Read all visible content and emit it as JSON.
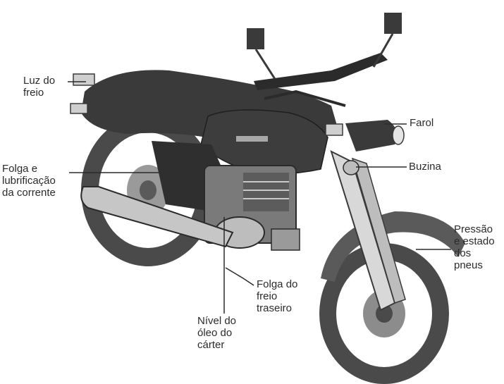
{
  "callouts": {
    "luz_freio": "Luz do\nfreio",
    "folga_corrente": "Folga e\nlubrificação\nda corrente",
    "farol": "Farol",
    "buzina": "Buzina",
    "pressao_pneus": "Pressão\ne estado\ndos\npneus",
    "folga_freio_traseiro": "Folga do\nfreio\ntraseiro",
    "nivel_oleo": "Nível do\nóleo do\ncárter"
  },
  "colors": {
    "ink": "#2b2b2b",
    "body": "#3a3a3a",
    "tire": "#4a4a4a",
    "metal": "#8a8a8a",
    "light": "#d8d8d8"
  }
}
